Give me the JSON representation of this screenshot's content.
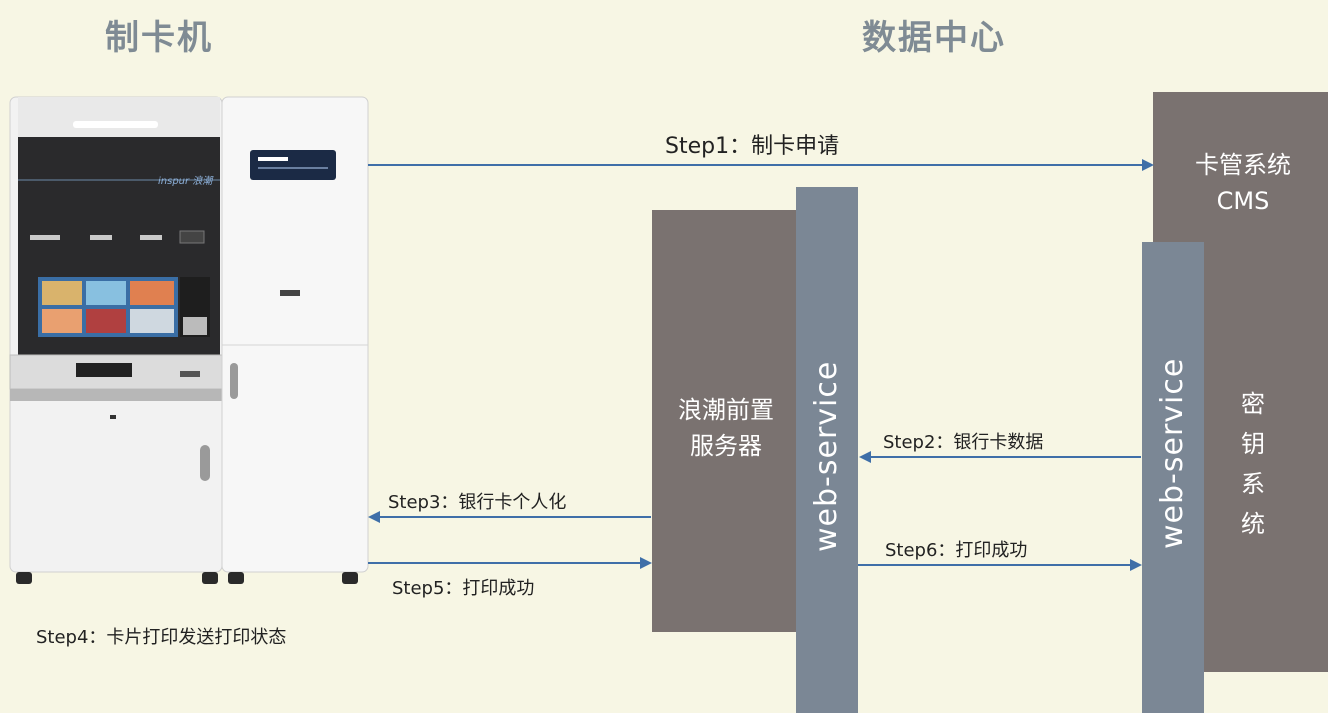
{
  "titles": {
    "left": "制卡机",
    "right": "数据中心"
  },
  "boxes": {
    "cms": {
      "line1": "卡管系统",
      "line2": "CMS"
    },
    "front_server": {
      "line1": "浪潮前置",
      "line2": "服务器"
    },
    "key_system": {
      "chars": [
        "密",
        "钥",
        "系",
        "统"
      ]
    },
    "web_service_left": "web-service",
    "web_service_right": "web-service"
  },
  "machine": {
    "brand": "inspur 浪潮"
  },
  "steps": {
    "step1": "Step1：制卡申请",
    "step2": "Step2：银行卡数据",
    "step3": "Step3：银行卡个人化",
    "step4": "Step4：卡片打印发送打印状态",
    "step5": "Step5：打印成功",
    "step6": "Step6：打印成功"
  },
  "colors": {
    "background": "#f7f6e4",
    "server_box": "#7a7270",
    "web_service_bar": "#7b8795",
    "arrow": "#3f6fa8",
    "title": "#7f8b94"
  }
}
